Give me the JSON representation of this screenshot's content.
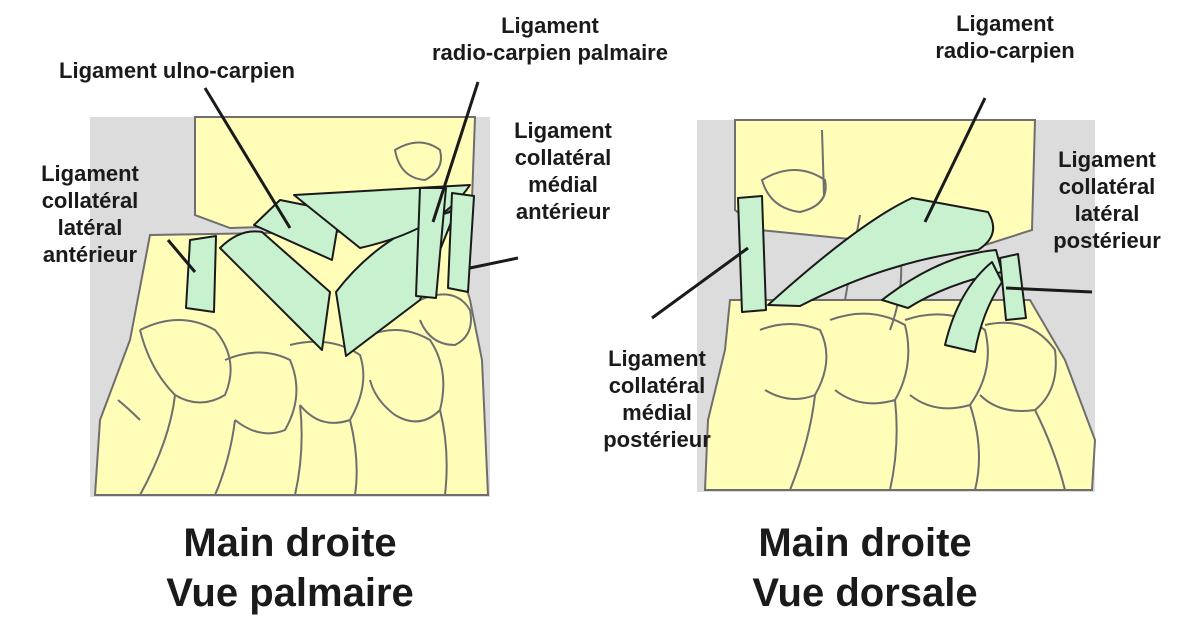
{
  "colors": {
    "bone": "#FFFDB8",
    "bone_outline": "#6E6E6E",
    "ligament": "#C8F2CF",
    "ligament_outline": "#1A1A1A",
    "background_panel": "#DCDCDC",
    "text": "#1A1A1A"
  },
  "palmar": {
    "caption": [
      "Main droite",
      "Vue palmaire"
    ],
    "labels": {
      "ulno_carpien": [
        "Ligament ulno-carpien"
      ],
      "radio_carpien_palmaire": [
        "Ligament",
        "radio-carpien palmaire"
      ],
      "collateral_lateral_anterieur": [
        "Ligament",
        "collatéral",
        "latéral",
        "antérieur"
      ],
      "collateral_medial_anterieur": [
        "Ligament",
        "collatéral",
        "médial",
        "antérieur"
      ]
    }
  },
  "dorsal": {
    "caption": [
      "Main droite",
      "Vue dorsale"
    ],
    "labels": {
      "radio_carpien": [
        "Ligament",
        "radio-carpien"
      ],
      "collateral_lateral_posterieur": [
        "Ligament",
        "collatéral",
        "latéral",
        "postérieur"
      ],
      "collateral_medial_posterieur": [
        "Ligament",
        "collatéral",
        "médial",
        "postérieur"
      ]
    }
  }
}
